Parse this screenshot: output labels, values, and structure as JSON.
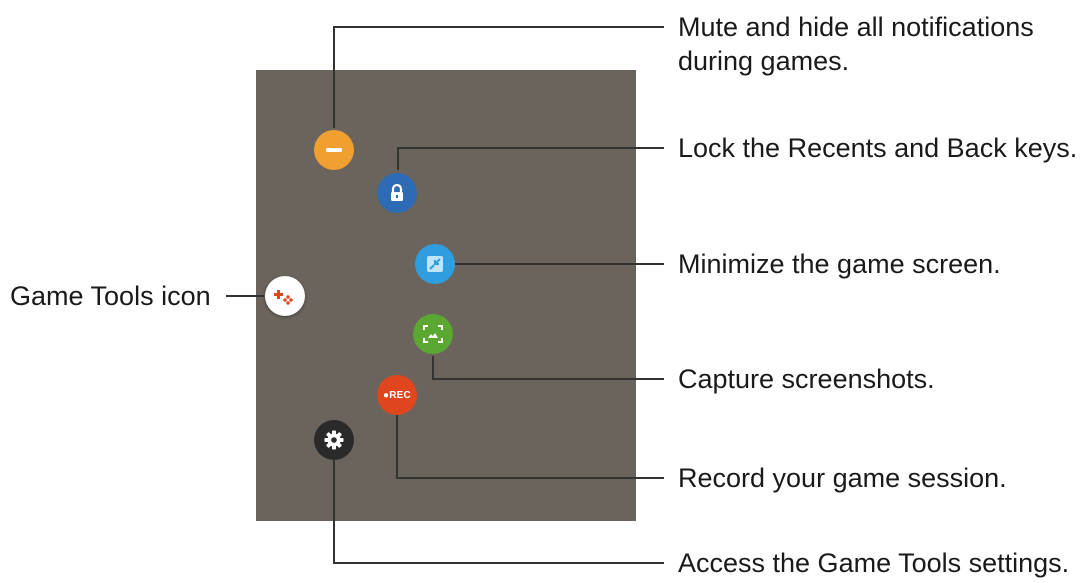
{
  "labels": {
    "mute": "Mute and hide all notifications",
    "mute_line2": "during games.",
    "lock": "Lock the Recents and Back keys.",
    "minimize": "Minimize the game screen.",
    "capture": "Capture screenshots.",
    "record": "Record your game session.",
    "settings": "Access the Game Tools settings.",
    "game_tools": "Game Tools icon"
  },
  "buttons": {
    "record_text": "●REC"
  },
  "icons": {
    "mute": "minus-circle-icon",
    "lock": "lock-icon",
    "minimize": "minimize-icon",
    "capture": "screenshot-icon",
    "record": "record-icon",
    "settings": "gear-icon",
    "game_tools": "gamepad-icon"
  },
  "colors": {
    "panel": "#6a645c",
    "mute": "#f0a030",
    "lock": "#2e6bb5",
    "minimize": "#2f9ee0",
    "capture": "#5aa832",
    "record": "#e0461e",
    "settings": "#2a2a2a",
    "game_tools": "#ffffff",
    "line": "#333333"
  }
}
